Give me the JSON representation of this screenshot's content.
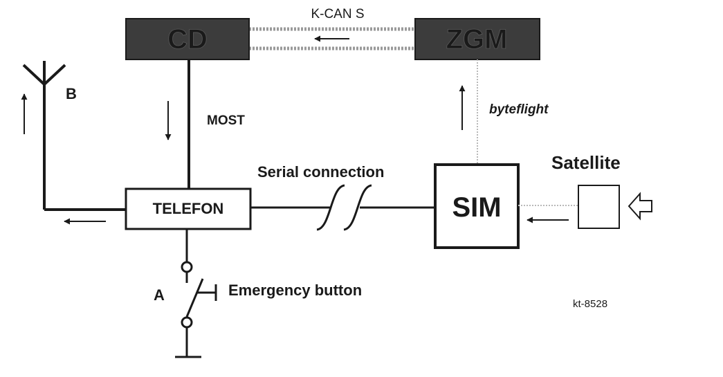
{
  "colors": {
    "ink": "#1a1a1a",
    "block_dark": "#3c3c3c",
    "block_text": "#1c1c1c",
    "can_line": "#9a9a9a",
    "byteflight_line": "#b8b8b8",
    "background": "#ffffff"
  },
  "blocks": {
    "cd": "CD",
    "zgm": "ZGM",
    "telefon": "TELEFON",
    "sim": "SIM"
  },
  "labels": {
    "kcan": "K-CAN S",
    "most": "MOST",
    "byteflight": "byteflight",
    "serial": "Serial connection",
    "satellite": "Satellite",
    "antenna": "B",
    "emergency_marker": "A",
    "emergency": "Emergency button",
    "figure_id": "kt-8528"
  },
  "icons": {
    "antenna": "antenna-icon",
    "satellite": "satellite-box-icon",
    "incoming_signal": "hollow-arrow-icon",
    "ground": "ground-icon",
    "switch": "push-switch-icon"
  }
}
